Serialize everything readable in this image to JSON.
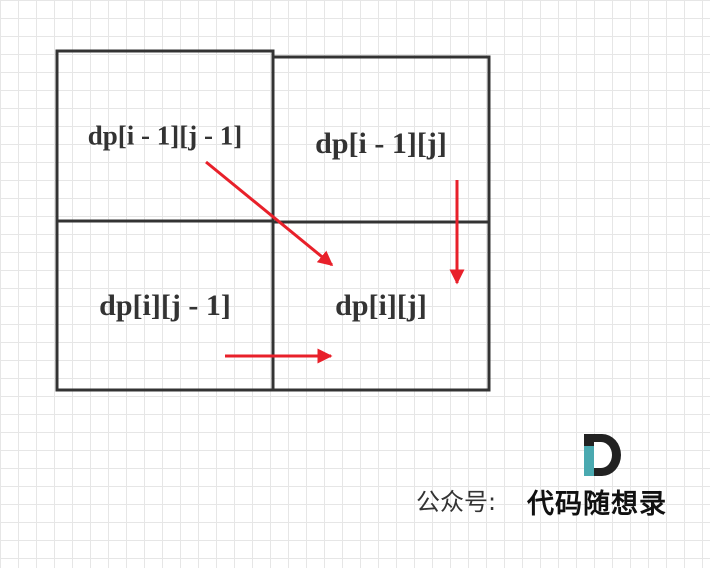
{
  "cells": {
    "top_left": "dp[i - 1][j - 1]",
    "top_right": "dp[i - 1][j]",
    "bottom_left": "dp[i][j - 1]",
    "bottom_right": "dp[i][j]"
  },
  "watermark": {
    "label": "公众号:",
    "name": "代码随想录",
    "logo_name": "D"
  },
  "colors": {
    "grid_line": "#333333",
    "arrow": "#e8202a",
    "text": "#333333",
    "logo_teal": "#4aa9b0",
    "logo_dark": "#222222"
  }
}
